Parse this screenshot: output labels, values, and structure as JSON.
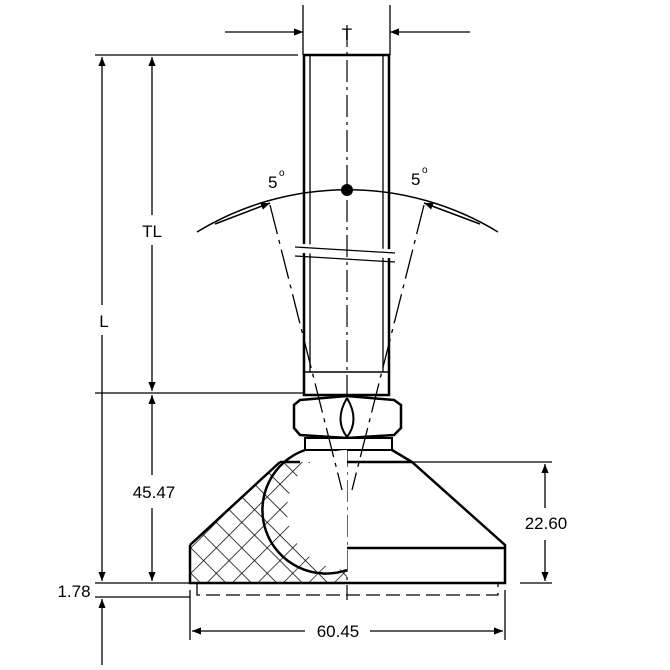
{
  "labels": {
    "thread_size": "T",
    "thread_length": "TL",
    "overall_length": "L",
    "tilt_left": "5",
    "tilt_right": "5",
    "degree_symbol": "o",
    "base_height_to_nut": "45.47",
    "base_height": "22.60",
    "pad_thickness": "1.78",
    "base_diameter": "60.45"
  }
}
